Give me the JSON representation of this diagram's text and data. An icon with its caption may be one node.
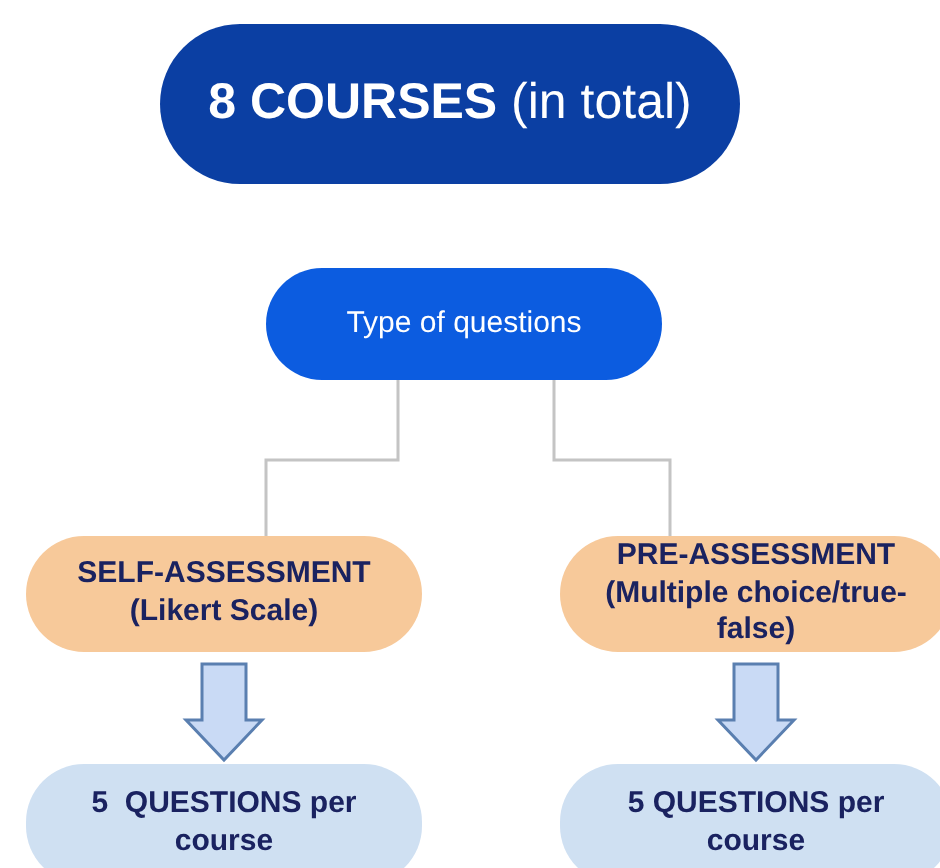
{
  "diagram": {
    "nodes": [
      {
        "text": [
          "**8 COURSES** (in total)"
        ]
      },
      {
        "text": [
          "Type of questions"
        ]
      },
      {
        "text": [
          "SELF-ASSESSMENT (Likert Scale)"
        ]
      },
      {
        "text": [
          "PRE-ASSESSMENT (Multiple choice/true-false)"
        ]
      },
      {
        "text": [
          "5  QUESTIONS per course"
        ]
      },
      {
        "text": [
          "5 QUESTIONS per course"
        ]
      }
    ],
    "edges": [
      {
        "from": 1,
        "to": 2,
        "arrow": "none"
      },
      {
        "from": 1,
        "to": 3,
        "arrow": "none"
      },
      {
        "from": 2,
        "to": 4,
        "arrow": "to"
      },
      {
        "from": 3,
        "to": 5,
        "arrow": "to"
      }
    ]
  }
}
